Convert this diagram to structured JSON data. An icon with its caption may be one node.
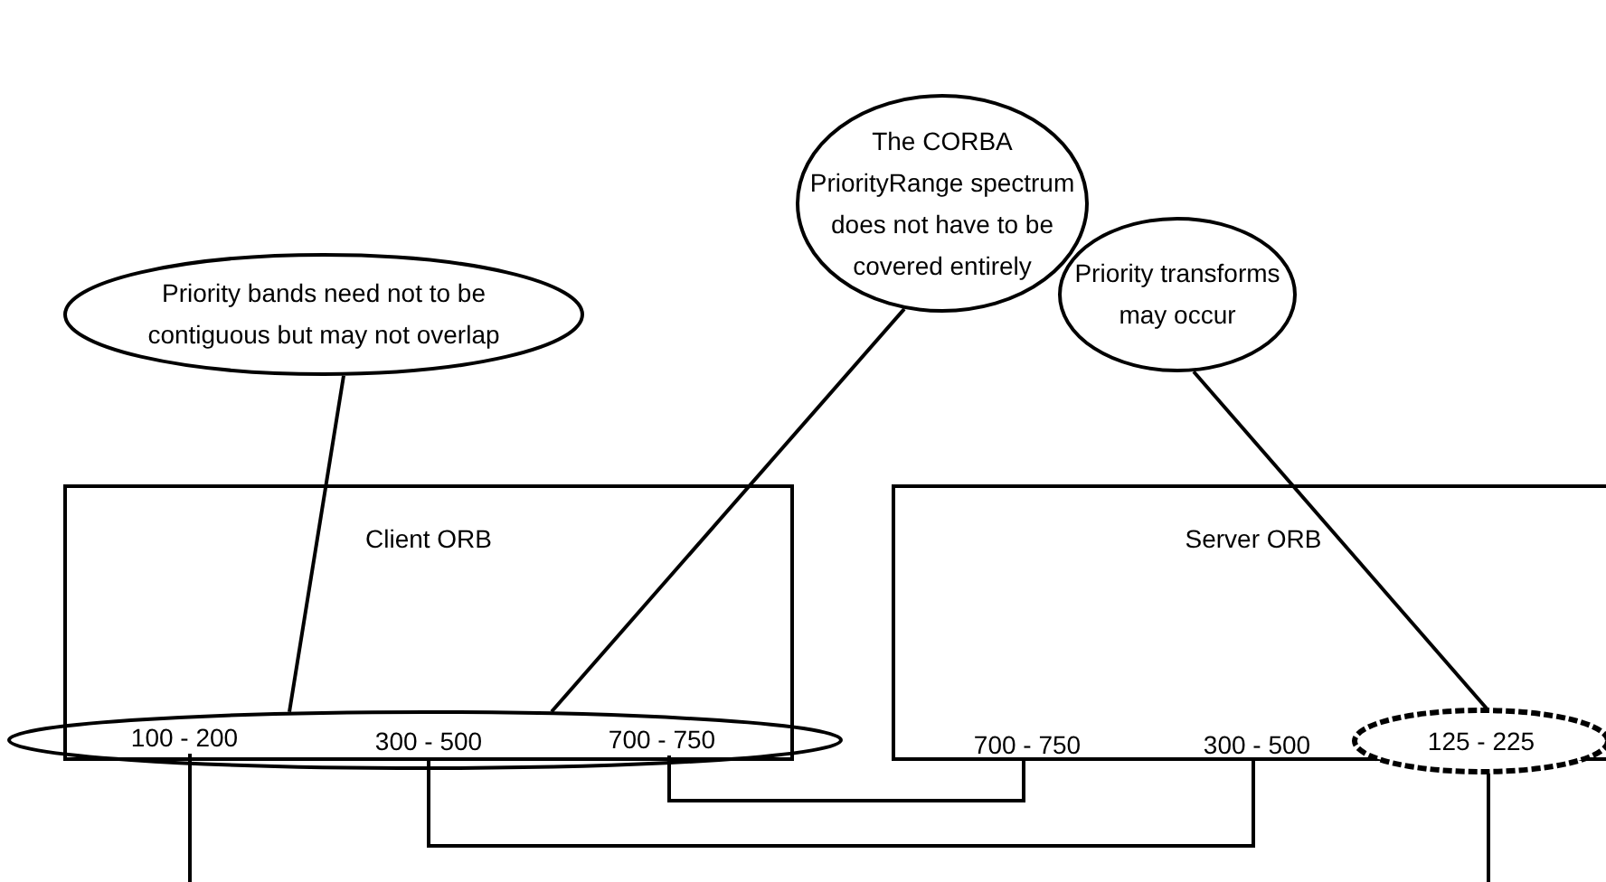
{
  "diagram": {
    "nodes": [
      {
        "text": [
          "Priority bands need not to be contiguous but may not overlap"
        ]
      },
      {
        "text": [
          "The CORBA PriorityRange spectrum does not have to be covered entirely"
        ]
      },
      {
        "text": [
          "Priority transforms may occur"
        ]
      },
      {
        "text": [
          "Client ORB"
        ]
      },
      {
        "text": [],
        "shape": "ellipse"
      },
      {
        "text": [
          "100 - 200"
        ]
      },
      {
        "text": [
          "300 - 500"
        ]
      },
      {
        "text": [
          "700 - 750"
        ]
      },
      {
        "text": [
          "Server ORB"
        ]
      },
      {
        "text": [
          "700 - 750"
        ],
        "in": 8
      },
      {
        "text": [
          "300 - 500"
        ],
        "in": 8
      },
      {
        "text": [
          "125 - 225"
        ]
      }
    ],
    "edges": [
      {
        "from": 0,
        "to": 4,
        "arrow": "none"
      },
      {
        "from": 1,
        "to": 4,
        "arrow": "none"
      },
      {
        "from": 2,
        "to": 11,
        "arrow": "none"
      },
      {
        "from": 5,
        "to": null,
        "arrow": "none"
      },
      {
        "from": 6,
        "to": 10,
        "arrow": "none"
      },
      {
        "from": 7,
        "to": 9,
        "arrow": "none"
      },
      {
        "from": 11,
        "to": null,
        "arrow": "none"
      }
    ]
  }
}
